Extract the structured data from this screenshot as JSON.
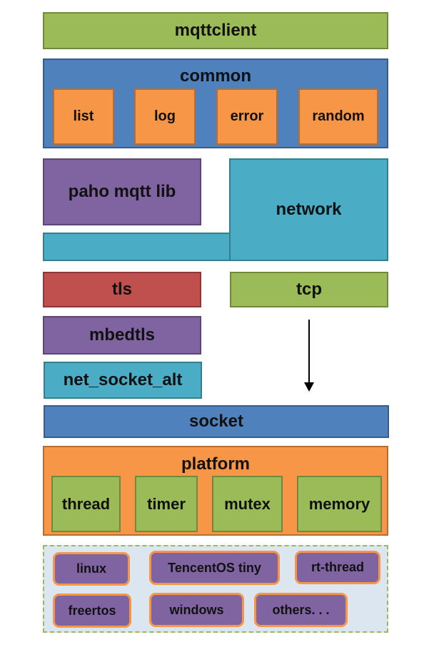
{
  "layers": {
    "mqttclient": "mqttclient",
    "common": {
      "title": "common",
      "items": [
        "list",
        "log",
        "error",
        "random"
      ]
    },
    "paho": "paho mqtt lib",
    "network": "network",
    "tls": "tls",
    "tcp": "tcp",
    "mbedtls": "mbedtls",
    "net_socket_alt": "net_socket_alt",
    "socket": "socket",
    "platform": {
      "title": "platform",
      "items": [
        "thread",
        "timer",
        "mutex",
        "memory"
      ]
    },
    "os": [
      "linux",
      "TencentOS tiny",
      "rt-thread",
      "freertos",
      "windows",
      "others. . ."
    ]
  },
  "colors": {
    "green": "#9bbb59",
    "blue": "#4f81bd",
    "orange": "#f79646",
    "purple": "#8064a2",
    "red": "#c0504d",
    "teal": "#4bacc6",
    "os_background": "#dce6f1"
  },
  "arrow": {
    "direction": "down",
    "from": "tcp",
    "to": "socket"
  }
}
